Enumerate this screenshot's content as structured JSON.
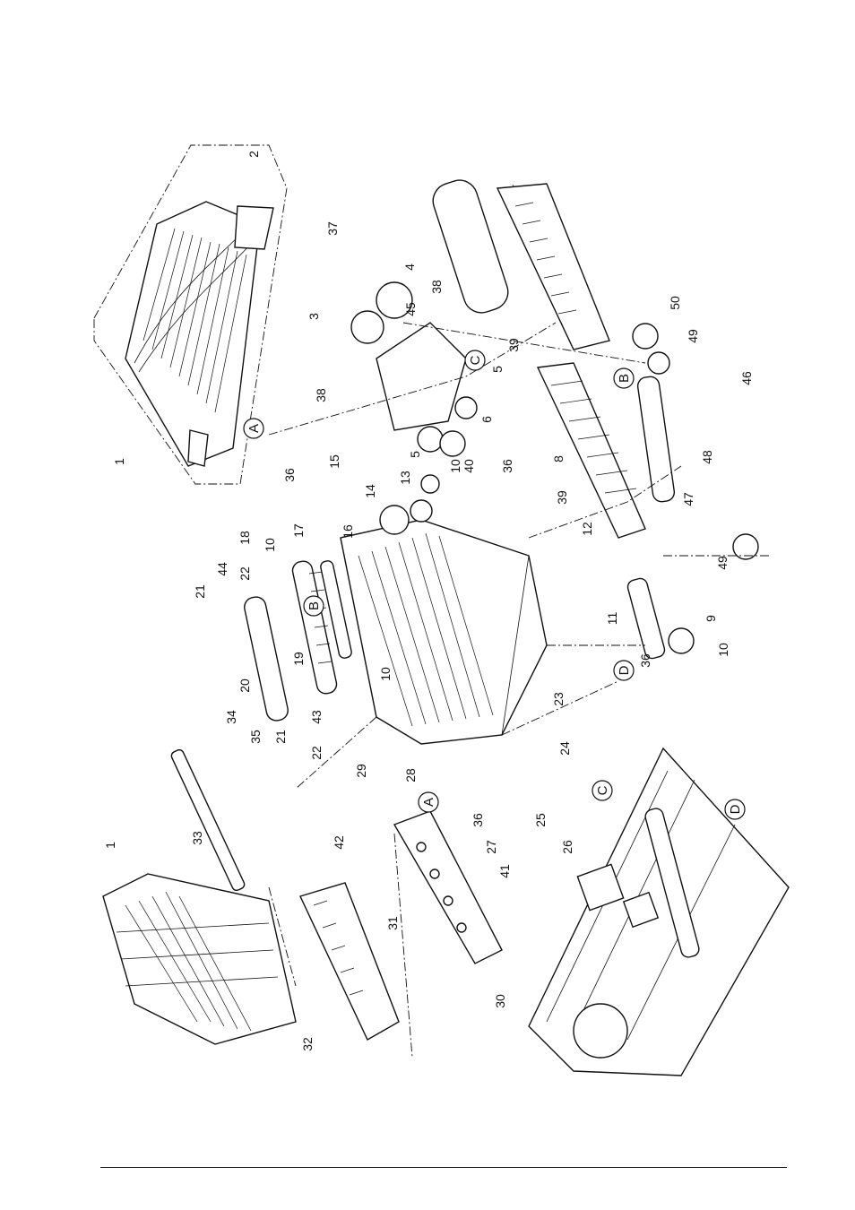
{
  "labels": [
    "1",
    "2",
    "3",
    "4",
    "5",
    "5",
    "6",
    "8",
    "9",
    "10",
    "10",
    "10",
    "10",
    "11",
    "12",
    "13",
    "14",
    "15",
    "16",
    "17",
    "18",
    "19",
    "20",
    "21",
    "21",
    "22",
    "22",
    "23",
    "24",
    "25",
    "26",
    "27",
    "28",
    "29",
    "30",
    "31",
    "32",
    "33",
    "34",
    "35",
    "36",
    "36",
    "36",
    "36",
    "37",
    "38",
    "38",
    "39",
    "39",
    "40",
    "41",
    "42",
    "43",
    "44",
    "45",
    "46",
    "47",
    "48",
    "49",
    "49",
    "50",
    "1"
  ],
  "callouts": [
    "A",
    "A",
    "B",
    "B",
    "C",
    "C",
    "D",
    "D"
  ]
}
